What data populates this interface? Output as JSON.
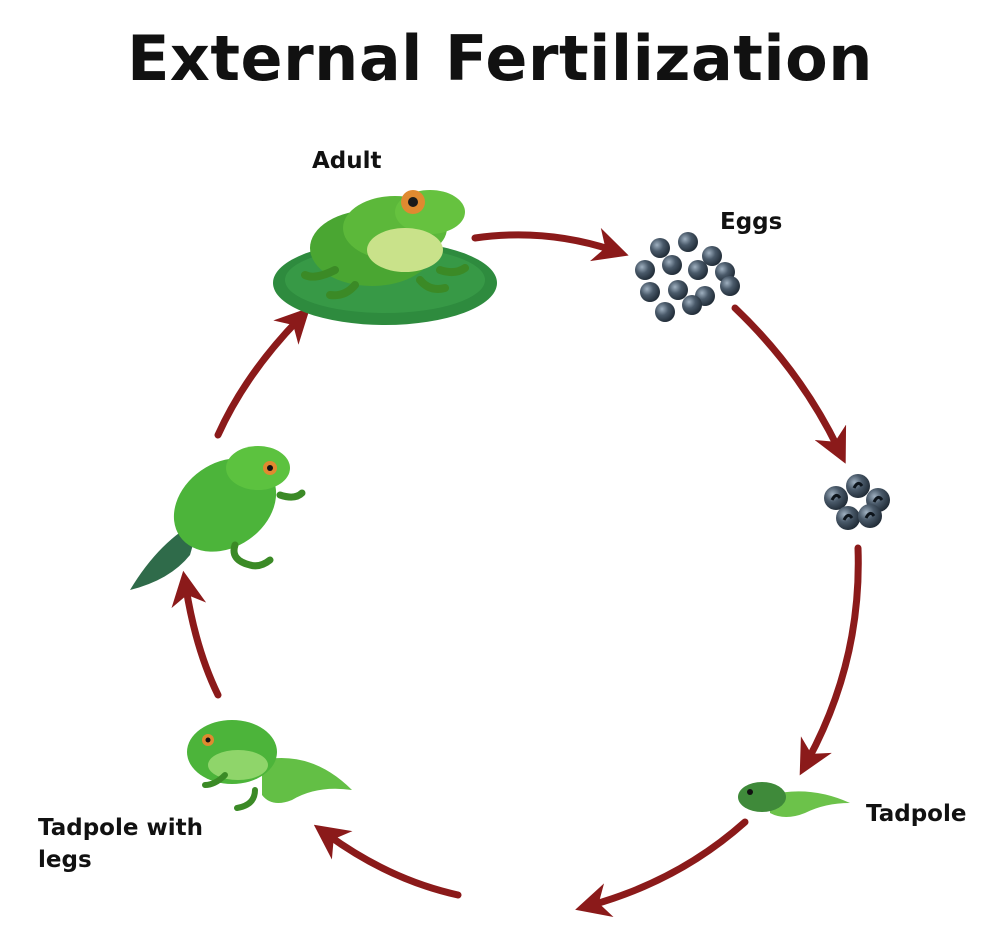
{
  "title": "External Fertilization",
  "stages": {
    "adult": "Adult",
    "eggs": "Eggs",
    "tadpole": "Tadpole",
    "tadpole_with_legs": "Tadpole with legs"
  },
  "colors": {
    "arrow": "#8b1a1a",
    "frog_green": "#5cb83a",
    "frog_dark": "#2f7a22",
    "lily_pad": "#2e8b3e",
    "egg": "#3a4a5a"
  }
}
